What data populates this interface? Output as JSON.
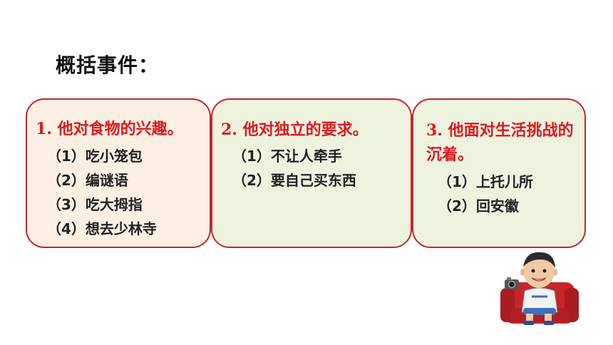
{
  "heading": "概括事件：",
  "cards": [
    {
      "title": "1. 他对食物的兴趣。",
      "items": [
        "（1）吃小笼包",
        "（2）编谜语",
        "（3）吃大拇指",
        "（4）想去少林寺"
      ]
    },
    {
      "title": "2. 他对独立的要求。",
      "items": [
        "（1）不让人牵手",
        "（2）要自己买东西"
      ]
    },
    {
      "title": "3. 他面对生活挑战的沉着。",
      "items": [
        "（1）上托儿所",
        "（2）回安徽"
      ]
    }
  ],
  "colors": {
    "border": "#c8242b",
    "title": "#e0191e",
    "card1_bg": "#fcefe3",
    "card_bg": "#eef3e0"
  },
  "mascot": "cartoon-boy-on-red-sofa-with-camera"
}
